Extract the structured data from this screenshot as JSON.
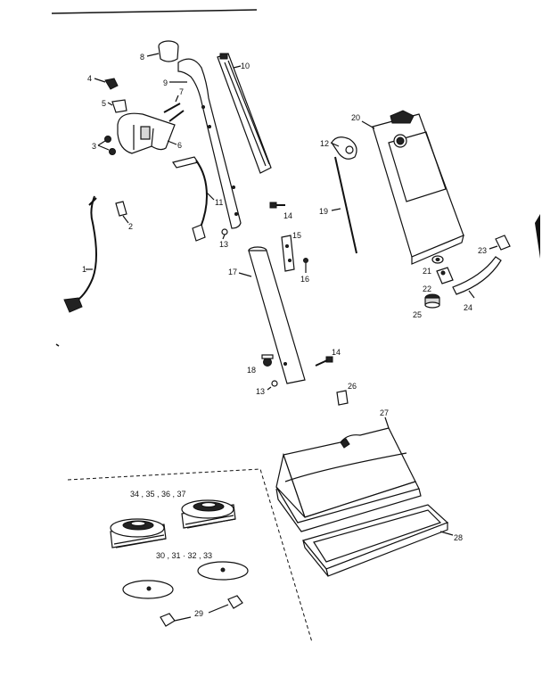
{
  "labels": {
    "p1": "1",
    "p2": "2",
    "p3": "3",
    "p4": "4",
    "p5": "5",
    "p6": "6",
    "p7": "7",
    "p8": "8",
    "p9": "9",
    "p10": "10",
    "p11": "11",
    "p12": "12",
    "p13a": "13",
    "p13b": "13",
    "p14a": "14",
    "p14b": "14",
    "p15": "15",
    "p16": "16",
    "p17": "17",
    "p18": "18",
    "p19": "19",
    "p20": "20",
    "p21": "21",
    "p22": "22",
    "p23": "23",
    "p24": "24",
    "p25": "25",
    "p26": "26",
    "p27": "27",
    "p28": "28",
    "p29": "29",
    "g30": "30 , 31 · 32 , 33",
    "g34": "34 , 35 , 36 , 37"
  }
}
